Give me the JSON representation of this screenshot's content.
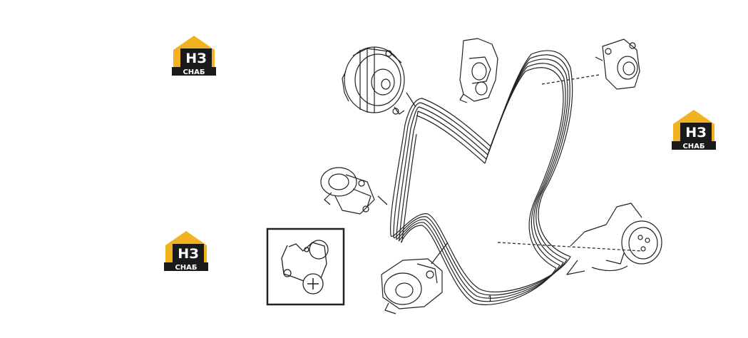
{
  "logo": {
    "main": "НЗ",
    "sub": "СНАБ",
    "color_gold": "#f2b21f",
    "color_dark": "#1a1a1a"
  },
  "callouts": {
    "belt_number": "1"
  }
}
